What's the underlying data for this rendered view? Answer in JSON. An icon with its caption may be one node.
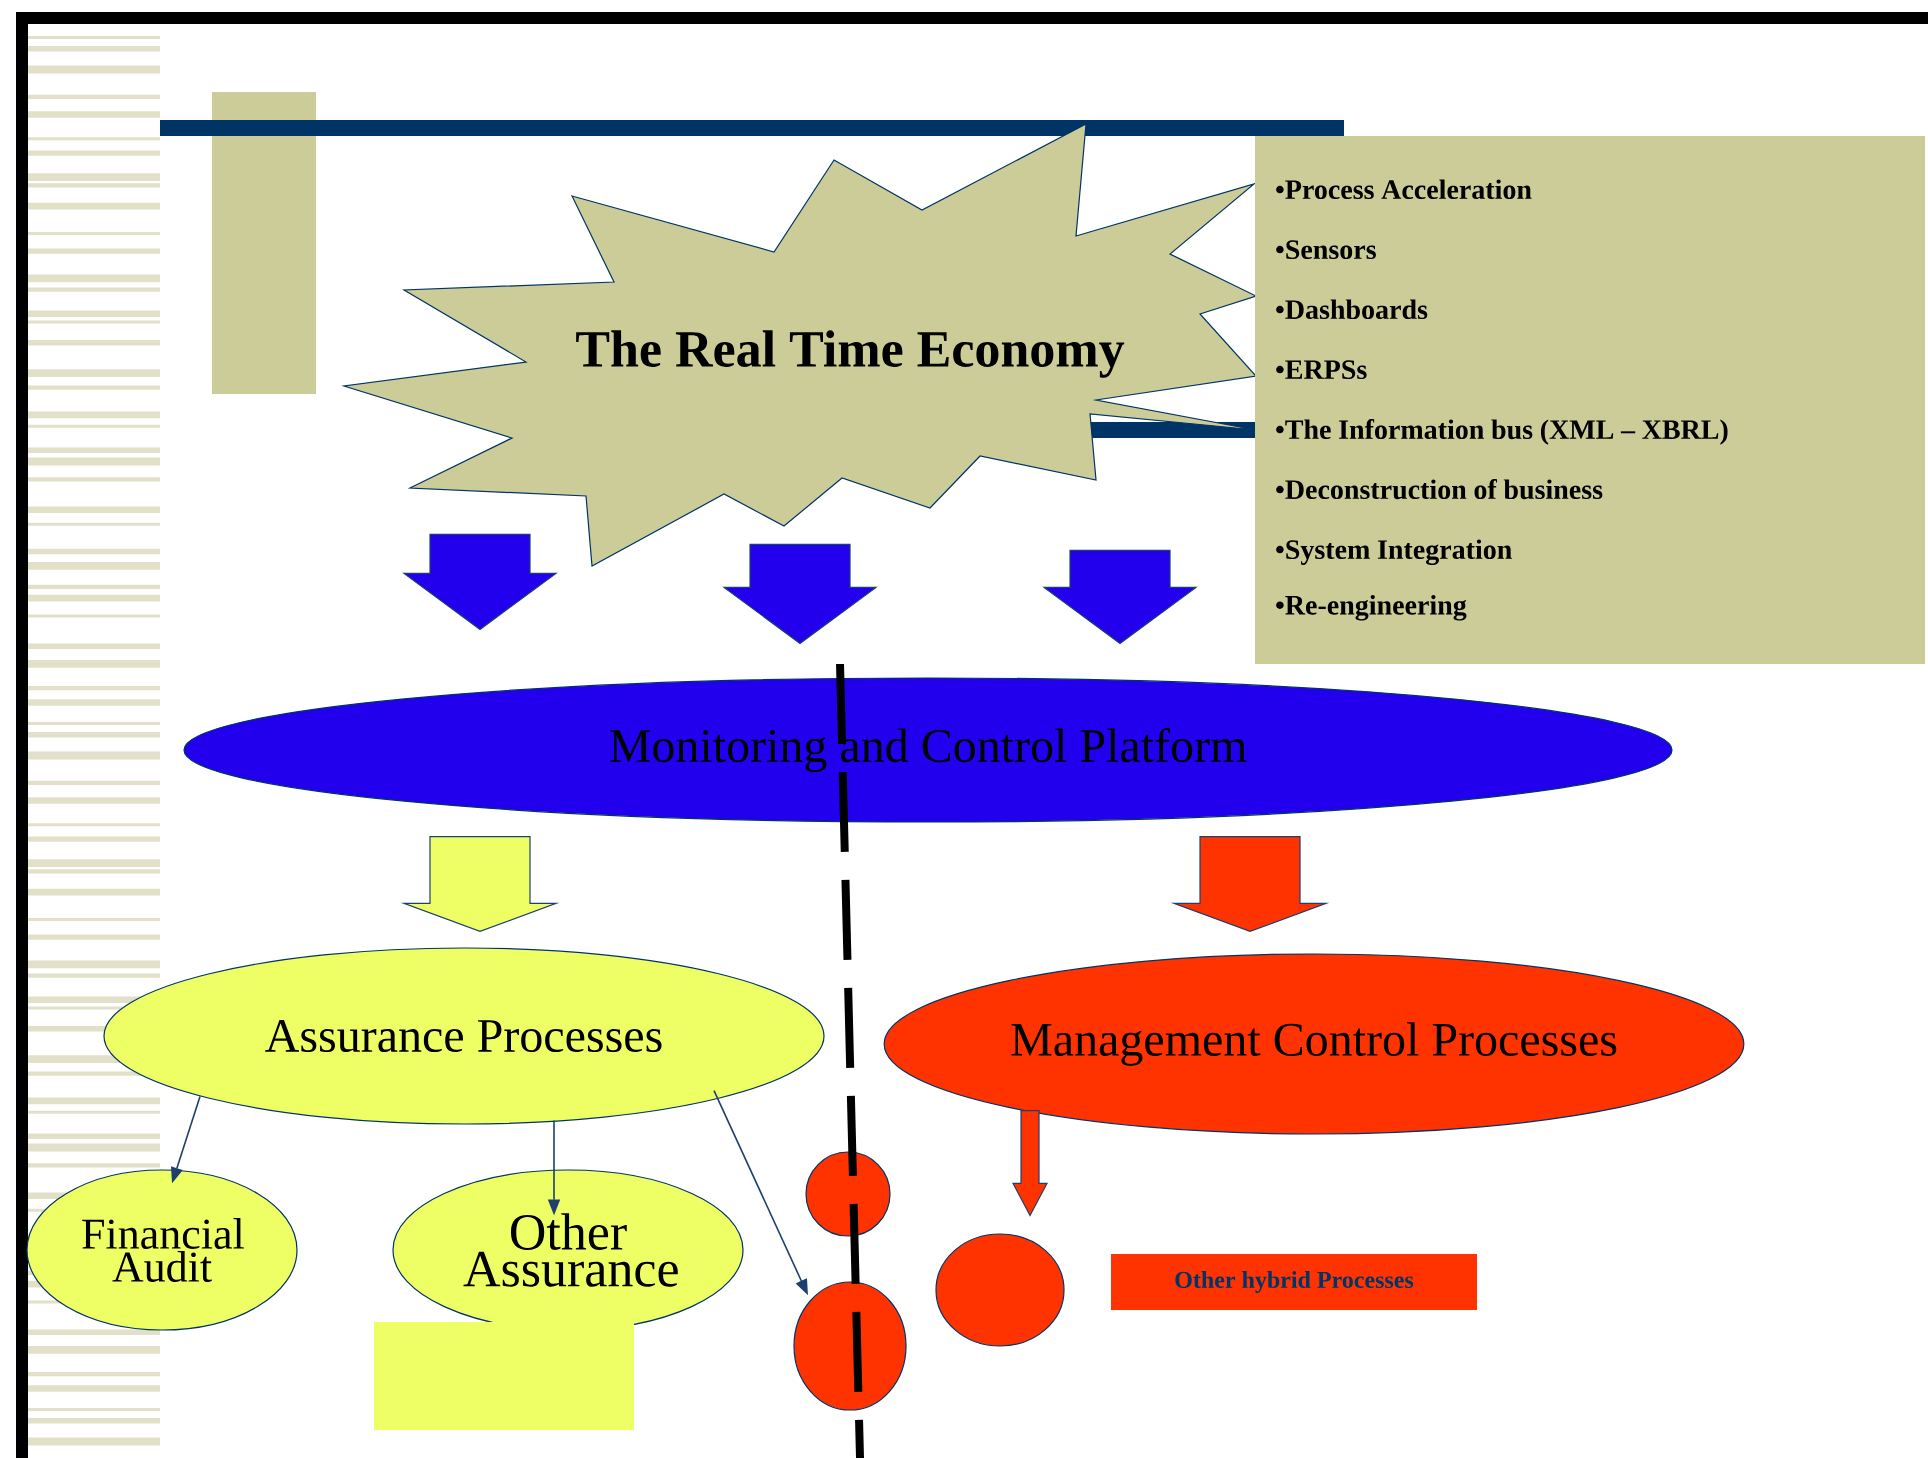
{
  "diagram": {
    "nodes": [
      {
        "text": [
          "The Real Time Economy"
        ]
      },
      {
        "text": [
          "•Process Acceleration",
          "•Sensors",
          "•Dashboards",
          "•ERPSs",
          "•The Information bus (XML – XBRL)",
          "•Deconstruction of business",
          "•System Integration",
          "•Re-engineering"
        ]
      },
      {
        "text": [
          "Monitoring and Control Platform"
        ]
      },
      {
        "text": [
          "Assurance Processes"
        ]
      },
      {
        "text": [
          "Management Control Processes"
        ]
      },
      {
        "text": [
          "Financial Audit"
        ]
      },
      {
        "text": [
          "Other Assurance"
        ]
      },
      {
        "text": [],
        "shape": "box"
      },
      {
        "text": [],
        "shape": "circle"
      },
      {
        "text": [],
        "shape": "circle"
      },
      {
        "text": [],
        "shape": "circle"
      },
      {
        "text": [
          "Other hybrid Processes"
        ]
      }
    ],
    "edges": [
      {
        "from": 0,
        "to": 2,
        "arrow": "to",
        "style": "thick",
        "color": "#2200ee"
      },
      {
        "from": 0,
        "to": 2,
        "arrow": "to",
        "style": "thick",
        "color": "#2200ee"
      },
      {
        "from": 0,
        "to": 2,
        "arrow": "to",
        "style": "thick",
        "color": "#2200ee"
      },
      {
        "from": 2,
        "to": 3,
        "arrow": "to",
        "style": "thick",
        "color": "#eeff66"
      },
      {
        "from": 2,
        "to": 4,
        "arrow": "to",
        "style": "thick",
        "color": "#ff3300"
      },
      {
        "from": 3,
        "to": 5,
        "arrow": "to",
        "color": "#1f3f6f"
      },
      {
        "from": 3,
        "to": 6,
        "arrow": "to",
        "color": "#1f3f6f"
      },
      {
        "from": 3,
        "to": 9,
        "arrow": "to",
        "color": "#1f3f6f"
      },
      {
        "from": 4,
        "to": 10,
        "arrow": "to",
        "style": "thick",
        "color": "#ff3300"
      }
    ]
  }
}
